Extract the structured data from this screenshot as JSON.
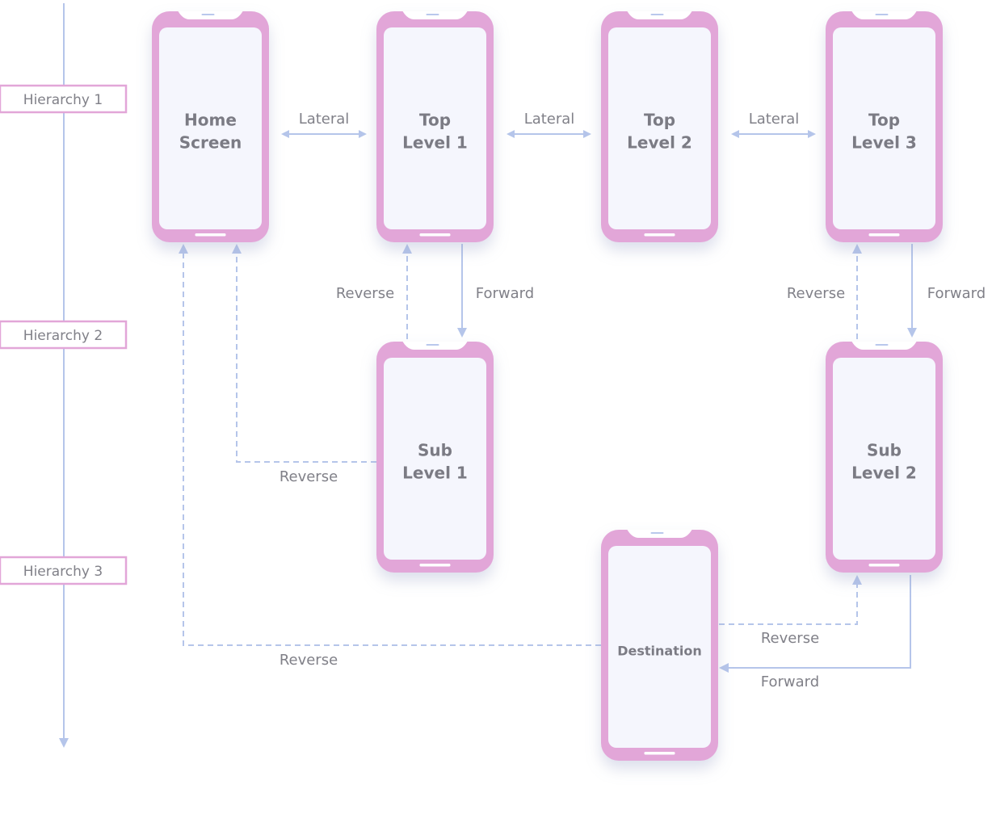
{
  "hierarchy_levels": [
    "Hierarchy 1",
    "Hierarchy 2",
    "Hierarchy 3"
  ],
  "screens": {
    "home": [
      "Home",
      "Screen"
    ],
    "top1": [
      "Top",
      "Level 1"
    ],
    "top2": [
      "Top",
      "Level 2"
    ],
    "top3": [
      "Top",
      "Level 3"
    ],
    "sub1": [
      "Sub",
      "Level 1"
    ],
    "sub2": [
      "Sub",
      "Level 2"
    ],
    "destination": [
      "Destination"
    ]
  },
  "edges": [
    {
      "from": "home",
      "to": "top1",
      "kind": "lateral",
      "label": "Lateral"
    },
    {
      "from": "top1",
      "to": "top2",
      "kind": "lateral",
      "label": "Lateral"
    },
    {
      "from": "top2",
      "to": "top3",
      "kind": "lateral",
      "label": "Lateral"
    },
    {
      "from": "top1",
      "to": "sub1",
      "kind": "forward",
      "label": "Forward"
    },
    {
      "from": "sub1",
      "to": "top1",
      "kind": "reverse",
      "label": "Reverse"
    },
    {
      "from": "top3",
      "to": "sub2",
      "kind": "forward",
      "label": "Forward"
    },
    {
      "from": "sub2",
      "to": "top3",
      "kind": "reverse",
      "label": "Reverse"
    },
    {
      "from": "sub1",
      "to": "home",
      "kind": "reverse",
      "label": "Reverse"
    },
    {
      "from": "destination",
      "to": "home",
      "kind": "reverse",
      "label": "Reverse"
    },
    {
      "from": "destination",
      "to": "sub2",
      "kind": "reverse",
      "label": "Reverse"
    },
    {
      "from": "sub2",
      "to": "destination",
      "kind": "forward",
      "label": "Forward"
    }
  ]
}
